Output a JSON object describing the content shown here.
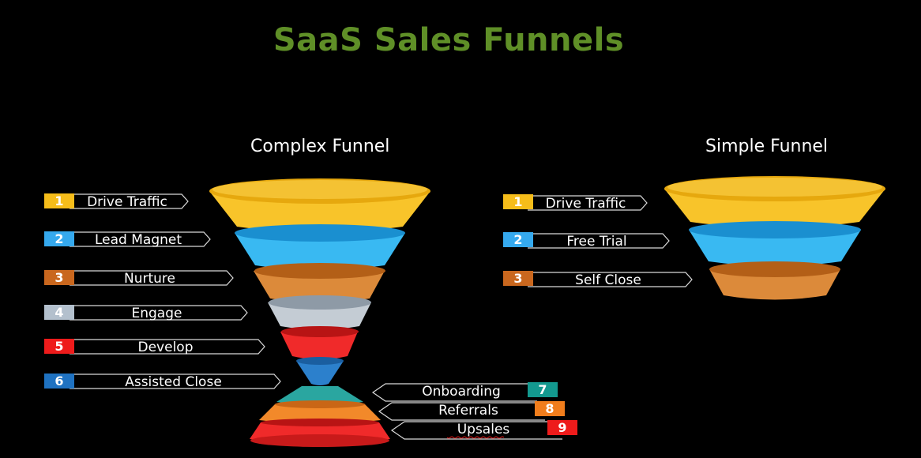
{
  "title": "SaaS Sales Funnels",
  "complex": {
    "heading": "Complex Funnel",
    "steps": [
      {
        "num": "1",
        "label": "Drive Traffic",
        "color": "#f6bd1a"
      },
      {
        "num": "2",
        "label": "Lead Magnet",
        "color": "#35a9ee"
      },
      {
        "num": "3",
        "label": "Nurture",
        "color": "#c9671e"
      },
      {
        "num": "4",
        "label": "Engage",
        "color": "#b3c0cd"
      },
      {
        "num": "5",
        "label": "Develop",
        "color": "#ee1b1b"
      },
      {
        "num": "6",
        "label": "Assisted Close",
        "color": "#1f72c1"
      }
    ],
    "post_steps": [
      {
        "num": "7",
        "label": "Onboarding",
        "color": "#13998f"
      },
      {
        "num": "8",
        "label": "Referrals",
        "color": "#f07d1c"
      },
      {
        "num": "9",
        "label": "Upsales",
        "color": "#ee1b1b"
      }
    ]
  },
  "simple": {
    "heading": "Simple Funnel",
    "steps": [
      {
        "num": "1",
        "label": "Drive Traffic",
        "color": "#f6bd1a"
      },
      {
        "num": "2",
        "label": "Free Trial",
        "color": "#35a9ee"
      },
      {
        "num": "3",
        "label": "Self Close",
        "color": "#c9671e"
      }
    ]
  }
}
